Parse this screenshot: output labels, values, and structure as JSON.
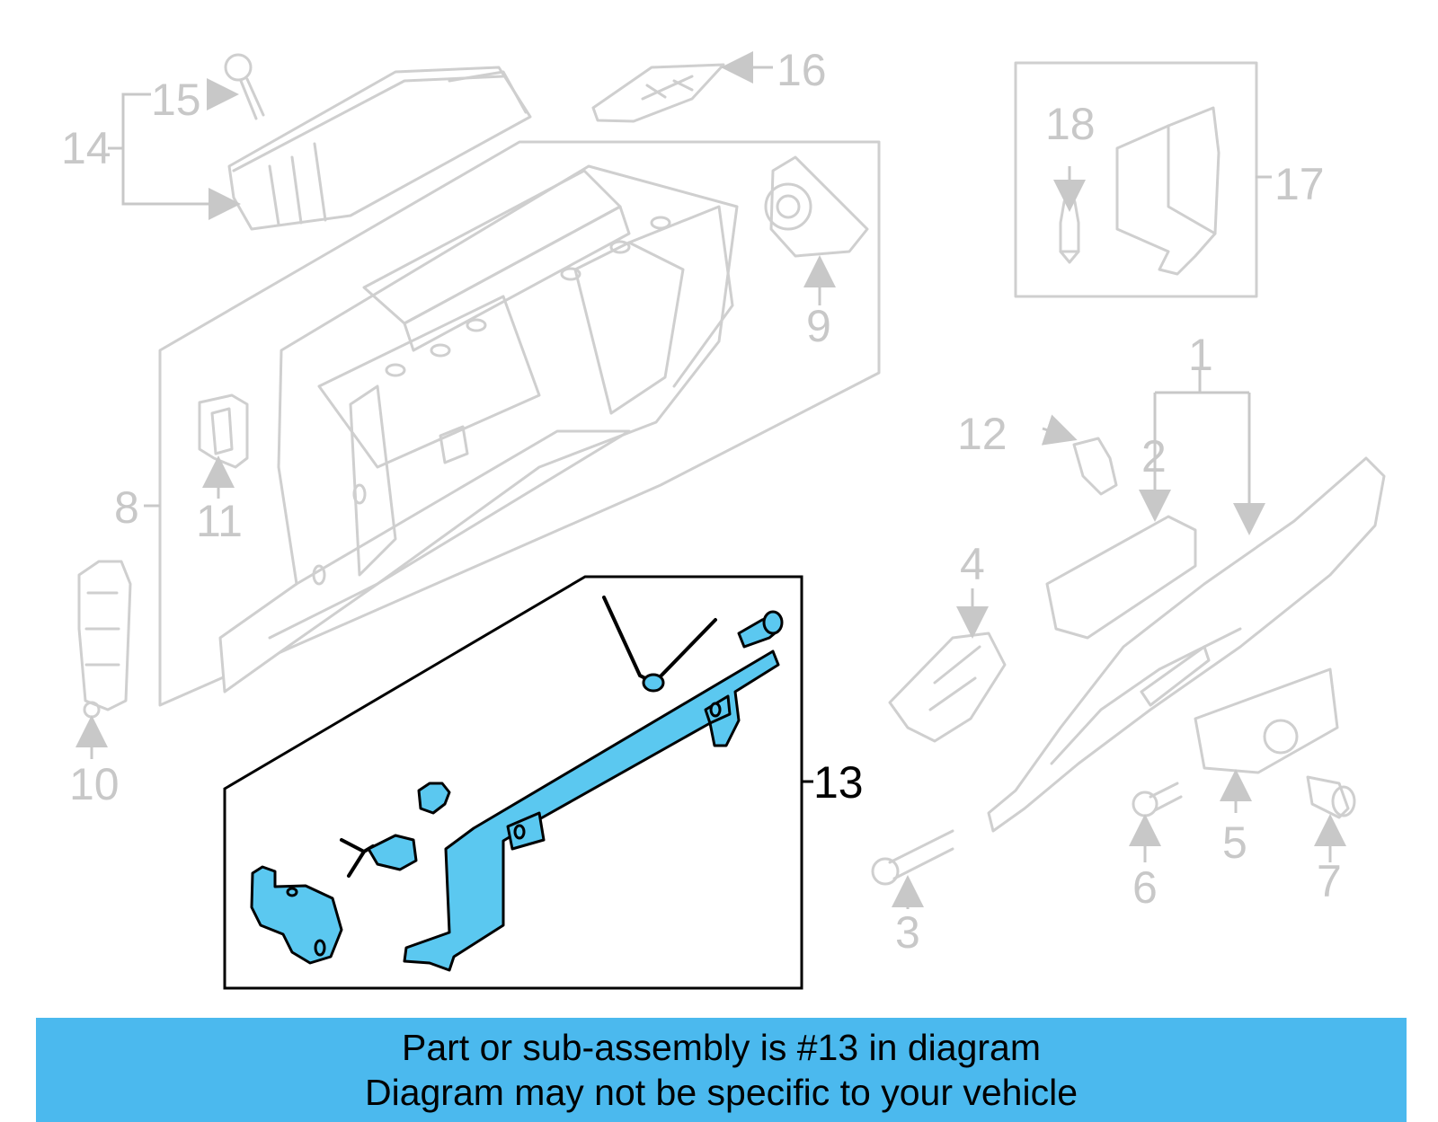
{
  "banner": {
    "line1": "Part or sub-assembly is #13 in diagram",
    "line2": "Diagram may not be specific to your vehicle"
  },
  "callouts": {
    "c1": "1",
    "c2": "2",
    "c3": "3",
    "c4": "4",
    "c5": "5",
    "c6": "6",
    "c7": "7",
    "c8": "8",
    "c9": "9",
    "c10": "10",
    "c11": "11",
    "c12": "12",
    "c13": "13",
    "c14": "14",
    "c15": "15",
    "c16": "16",
    "c17": "17",
    "c18": "18"
  },
  "highlighted_part": "13",
  "colors": {
    "highlight": "#5bc8f0",
    "banner": "#4bb9ee",
    "ghost": "#c8c8c8"
  }
}
